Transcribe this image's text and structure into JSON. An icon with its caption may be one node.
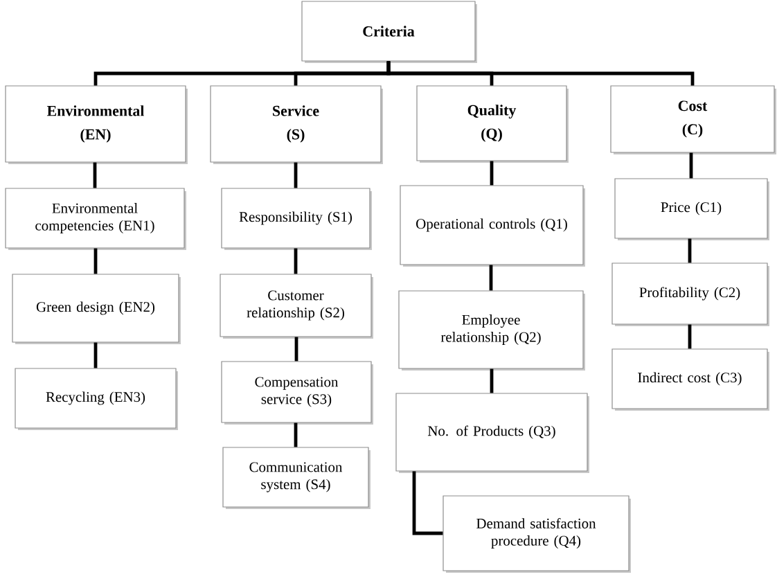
{
  "diagram": {
    "nodes": [
      {
        "text": [
          "Criteria"
        ]
      },
      {
        "text": [
          "Environmental (EN)"
        ]
      },
      {
        "text": [
          "Service (S)"
        ]
      },
      {
        "text": [
          "Quality (Q)"
        ]
      },
      {
        "text": [
          "Cost (C)"
        ]
      },
      {
        "text": [
          "Environmental competencies (EN1)"
        ]
      },
      {
        "text": [
          "Green design (EN2)"
        ]
      },
      {
        "text": [
          "Recycling (EN3)"
        ]
      },
      {
        "text": [
          "Responsibility (S1)"
        ]
      },
      {
        "text": [
          "Customer relationship (S2)"
        ]
      },
      {
        "text": [
          "Compensation service (S3)"
        ]
      },
      {
        "text": [
          "Communication system (S4)"
        ]
      },
      {
        "text": [
          "Operational controls (Q1)"
        ]
      },
      {
        "text": [
          "Employee relationship (Q2)"
        ]
      },
      {
        "text": [
          "No. of Products (Q3)"
        ]
      },
      {
        "text": [
          "Demand satisfaction procedure (Q4)"
        ]
      },
      {
        "text": [
          "Price (C1)"
        ]
      },
      {
        "text": [
          "Profitability (C2)"
        ]
      },
      {
        "text": [
          "Indirect cost (C3)"
        ]
      }
    ],
    "edges": [
      {
        "from": 0,
        "to": 1,
        "arrow": "none"
      },
      {
        "from": 0,
        "to": 2,
        "arrow": "none"
      },
      {
        "from": 0,
        "to": 3,
        "arrow": "none"
      },
      {
        "from": 0,
        "to": 4,
        "arrow": "none"
      },
      {
        "from": 1,
        "to": 5,
        "arrow": "none"
      },
      {
        "from": 5,
        "to": 6,
        "arrow": "none"
      },
      {
        "from": 6,
        "to": 7,
        "arrow": "none"
      },
      {
        "from": 2,
        "to": 8,
        "arrow": "none"
      },
      {
        "from": 8,
        "to": 9,
        "arrow": "none"
      },
      {
        "from": 9,
        "to": 10,
        "arrow": "none"
      },
      {
        "from": 10,
        "to": 11,
        "arrow": "none"
      },
      {
        "from": 3,
        "to": 12,
        "arrow": "none"
      },
      {
        "from": 12,
        "to": 13,
        "arrow": "none"
      },
      {
        "from": 13,
        "to": 14,
        "arrow": "none"
      },
      {
        "from": 14,
        "to": 15,
        "arrow": "none"
      },
      {
        "from": 4,
        "to": 16,
        "arrow": "none"
      },
      {
        "from": 16,
        "to": 17,
        "arrow": "none"
      },
      {
        "from": 17,
        "to": 18,
        "arrow": "none"
      }
    ]
  }
}
